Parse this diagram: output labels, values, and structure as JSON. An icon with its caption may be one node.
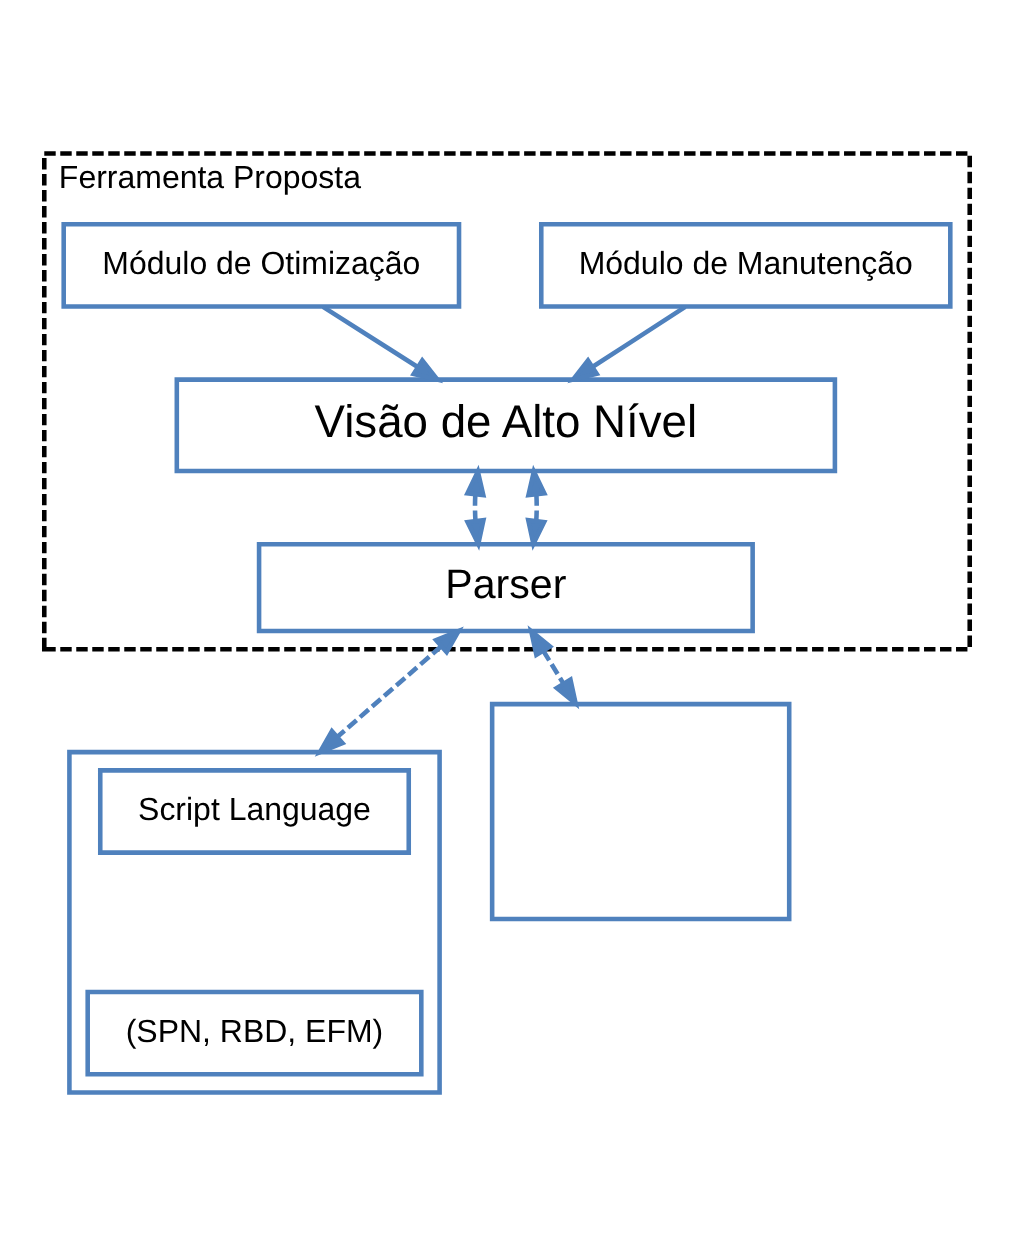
{
  "diagram": {
    "nodes": [
      {
        "text": [
          "Ferramenta Proposta"
        ]
      },
      {
        "text": [
          "Módulo de Otimização"
        ],
        "in": 0
      },
      {
        "text": [
          "Módulo de Manutenção"
        ],
        "in": 0
      },
      {
        "text": [
          "Visão de Alto Nível"
        ],
        "in": 0
      },
      {
        "text": [
          "Parser"
        ],
        "in": 0
      },
      {
        "text": [],
        "shape": "box"
      },
      {
        "text": [
          "Script Language"
        ],
        "in": 5
      },
      {
        "text": [
          "(SPN, RBD, EFM)"
        ],
        "in": 5
      },
      {
        "text": [],
        "shape": "box"
      }
    ],
    "edges": [
      {
        "from": 1,
        "to": 3,
        "arrow": "to"
      },
      {
        "from": 2,
        "to": 3,
        "arrow": "to"
      },
      {
        "from": 3,
        "to": 4,
        "arrow": "both",
        "style": "dashed"
      },
      {
        "from": 3,
        "to": 4,
        "arrow": "both",
        "style": "dashed"
      },
      {
        "from": 4,
        "to": 5,
        "arrow": "both",
        "style": "dashed"
      },
      {
        "from": 4,
        "to": 8,
        "arrow": "both",
        "style": "dashed"
      }
    ]
  }
}
